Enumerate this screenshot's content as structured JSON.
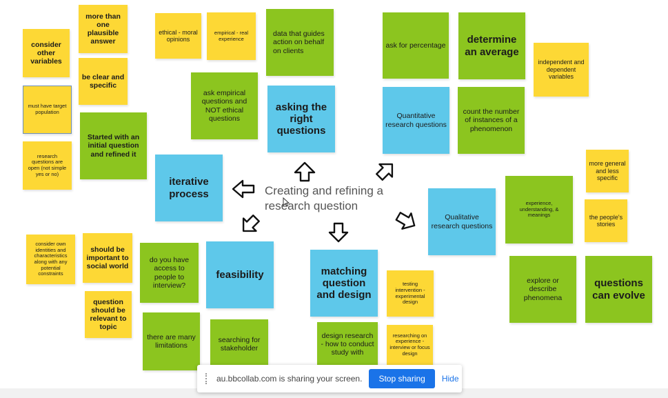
{
  "board": {
    "center_title": "Creating and refining a research question",
    "notes": {
      "consider_other_variables": "consider other variables",
      "more_than_one_answer": "more than one plausible answer",
      "be_clear_specific": "be clear and specific",
      "must_have_target": "must have target population",
      "questions_open": "research questions are open (not simple yes or no)",
      "started_initial": "Started with an initial question and refined it",
      "ethical_moral": "ethical - moral opinions",
      "empirical_real": "empirical - real experience",
      "data_guides": "data that guides action on behalf on clients",
      "ask_empirical": "ask empirical questions and NOT ethical questions",
      "asking_right": "asking the right questions",
      "iterative_process": "iterative process",
      "ask_percentage": "ask for percentage",
      "determine_average": "determine an average",
      "independent_dependent": "independent and dependent variables",
      "quantitative": "Quantitative research questions",
      "count_instances": "count the number of instances of a phenomenon",
      "more_general": "more general and less specific",
      "experience_meanings": "experience, understanding, & meanings",
      "peoples_stories": "the people's stories",
      "qualitative": "Qualitative research questions",
      "explore_describe": "explore or describe phenomena",
      "questions_evolve": "questions can evolve",
      "consider_identities": "consider own identities and characteristics along with any potential constraints",
      "important_social": "should be important to social world",
      "relevant_topic": "question should be relevant to topic",
      "access_people": "do you have access to people to interview?",
      "feasibility": "feasibility",
      "many_limitations": "there are many limitations",
      "searching_stakeholder": "searching for stakeholder",
      "matching": "matching question and design",
      "testing_intervention": "testing intervention - experimental design",
      "design_research": "design research - how to conduct study with",
      "researching_experience": "researching on experience - interview or focus design"
    }
  },
  "share_bar": {
    "message": "au.bbcollab.com is sharing your screen.",
    "stop_label": "Stop sharing",
    "hide_label": "Hide"
  },
  "colors": {
    "yellow": "#fdd835",
    "green": "#8cc51f",
    "blue": "#5ec8ea",
    "button": "#1a73e8"
  }
}
